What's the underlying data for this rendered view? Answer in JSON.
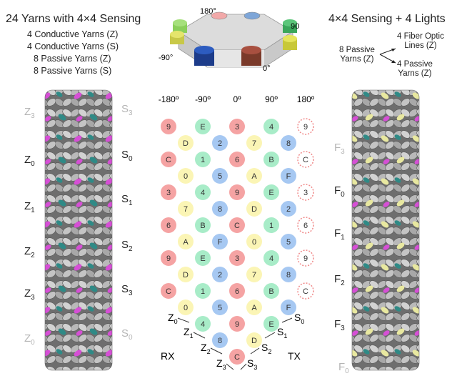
{
  "left": {
    "title": "24 Yarns with 4×4 Sensing",
    "legend": [
      "4 Conductive Yarns (Z)",
      "4 Conductive Yarns (S)",
      "8 Passive Yarns (Z)",
      "8 Passive Yarns (S)"
    ],
    "z_labels": [
      {
        "main": "Z",
        "sub": "3",
        "faded": true
      },
      {
        "main": "Z",
        "sub": "0",
        "faded": false
      },
      {
        "main": "Z",
        "sub": "1",
        "faded": false
      },
      {
        "main": "Z",
        "sub": "2",
        "faded": false
      },
      {
        "main": "Z",
        "sub": "3",
        "faded": false
      },
      {
        "main": "Z",
        "sub": "0",
        "faded": true
      }
    ],
    "s_labels": [
      {
        "main": "S",
        "sub": "3",
        "faded": true
      },
      {
        "main": "S",
        "sub": "0",
        "faded": false
      },
      {
        "main": "S",
        "sub": "1",
        "faded": false
      },
      {
        "main": "S",
        "sub": "2",
        "faded": false
      },
      {
        "main": "S",
        "sub": "3",
        "faded": false
      },
      {
        "main": "S",
        "sub": "0",
        "faded": true
      }
    ]
  },
  "right": {
    "title": "4×4 Sensing + 4 Lights",
    "passive_label": [
      "8 Passive",
      "Yarns (Z)"
    ],
    "fiber_label": [
      "4 Fiber Optic",
      "Lines (Z)"
    ],
    "passive4_label": [
      "4 Passive",
      "Yarns (Z)"
    ],
    "f_labels": [
      {
        "main": "F",
        "sub": "3",
        "faded": true
      },
      {
        "main": "F",
        "sub": "0",
        "faded": false
      },
      {
        "main": "F",
        "sub": "1",
        "faded": false
      },
      {
        "main": "F",
        "sub": "2",
        "faded": false
      },
      {
        "main": "F",
        "sub": "3",
        "faded": false
      },
      {
        "main": "F",
        "sub": "0",
        "faded": true
      }
    ]
  },
  "machine": {
    "angles": {
      "top": "180°",
      "right": "90°",
      "left": "-90°",
      "bottom": "0°"
    }
  },
  "grid": {
    "headers": [
      "-180º",
      "-90º",
      "0º",
      "90º",
      "180º"
    ],
    "rows": [
      [
        "9",
        "E",
        "3",
        "4",
        "9"
      ],
      [
        "D",
        "2",
        "7",
        "8"
      ],
      [
        "C",
        "1",
        "6",
        "B",
        "C"
      ],
      [
        "0",
        "5",
        "A",
        "F"
      ],
      [
        "3",
        "4",
        "9",
        "E",
        "3"
      ],
      [
        "7",
        "8",
        "D",
        "2"
      ],
      [
        "6",
        "B",
        "C",
        "1",
        "6"
      ],
      [
        "A",
        "F",
        "0",
        "5"
      ],
      [
        "9",
        "E",
        "3",
        "4",
        "9"
      ],
      [
        "D",
        "2",
        "7",
        "8"
      ],
      [
        "C",
        "1",
        "6",
        "B",
        "C"
      ],
      [
        "0",
        "5",
        "A",
        "F"
      ],
      [
        "4",
        "9",
        "E"
      ],
      [
        "8",
        "D"
      ],
      [
        "C"
      ]
    ],
    "z_labels": [
      {
        "main": "Z",
        "sub": "0"
      },
      {
        "main": "Z",
        "sub": "1"
      },
      {
        "main": "Z",
        "sub": "2"
      },
      {
        "main": "Z",
        "sub": "3"
      }
    ],
    "s_labels": [
      {
        "main": "S",
        "sub": "0"
      },
      {
        "main": "S",
        "sub": "1"
      },
      {
        "main": "S",
        "sub": "2"
      },
      {
        "main": "S",
        "sub": "3"
      }
    ],
    "rx_label": "RX",
    "tx_label": "TX"
  },
  "colors": {
    "red": "#f5a3a3",
    "yellow": "#fbf5b5",
    "green": "#a8ecc8",
    "blue": "#a6c8f2",
    "magenta": "#d64fd6",
    "teal": "#2f8a86",
    "gray": "#9a9a9a",
    "faded": "#b5b5b5"
  }
}
